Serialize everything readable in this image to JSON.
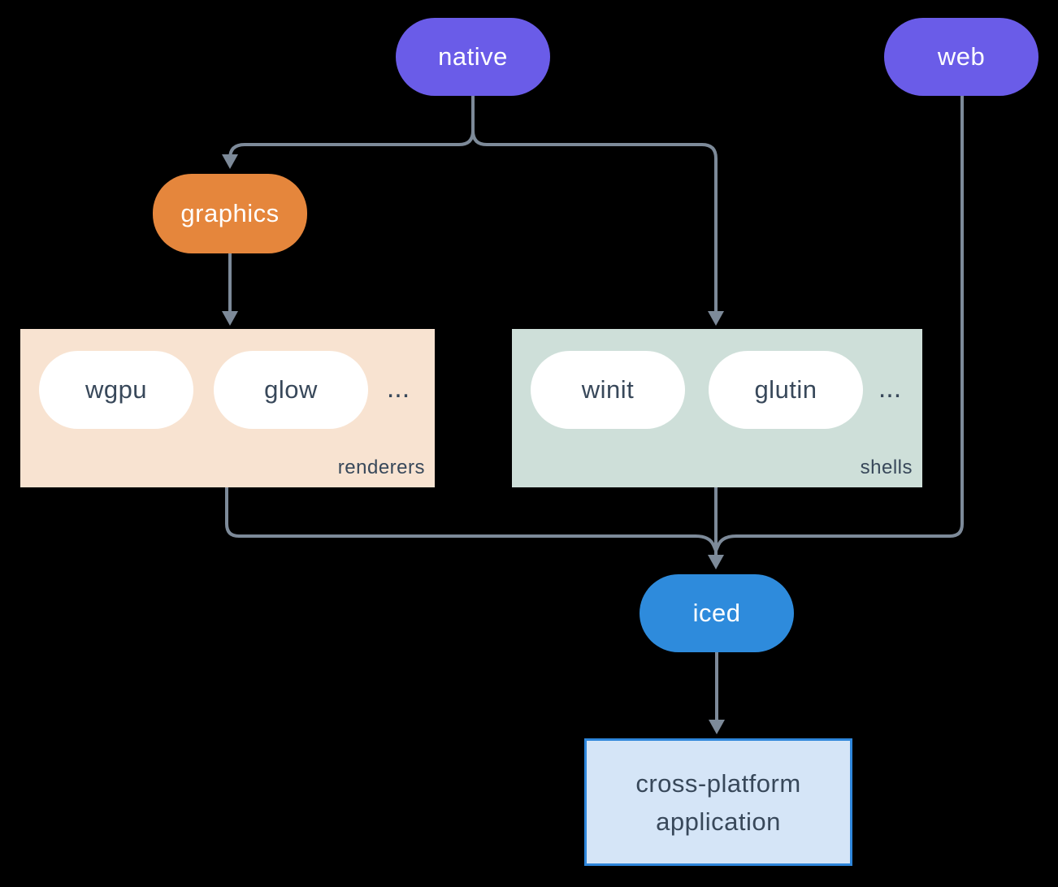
{
  "diagram": {
    "nodes": {
      "native": "native",
      "web": "web",
      "graphics": "graphics",
      "iced": "iced"
    },
    "groups": {
      "renderers": {
        "label": "renderers",
        "pills": [
          "wgpu",
          "glow"
        ],
        "more": "..."
      },
      "shells": {
        "label": "shells",
        "pills": [
          "winit",
          "glutin"
        ],
        "more": "..."
      }
    },
    "application": {
      "line1": "cross-platform",
      "line2": "application"
    },
    "edges": [
      {
        "from": "native",
        "to": "graphics"
      },
      {
        "from": "native",
        "to": "shells"
      },
      {
        "from": "graphics",
        "to": "renderers"
      },
      {
        "from": "renderers",
        "to": "iced"
      },
      {
        "from": "shells",
        "to": "iced"
      },
      {
        "from": "web",
        "to": "iced"
      },
      {
        "from": "iced",
        "to": "cross-platform application"
      }
    ]
  },
  "colors": {
    "purple": "#6A5CE8",
    "orange": "#E5863C",
    "blue": "#2E8BDC",
    "peach-bg": "#F8E3D1",
    "teal-bg": "#CEDFD9",
    "teal": "#26756A",
    "app-bg": "#D5E5F7",
    "app-border": "#2E86DB",
    "line": "#7D8A99",
    "dark-text": "#38485A",
    "pill-text": "#FFFFFF"
  }
}
